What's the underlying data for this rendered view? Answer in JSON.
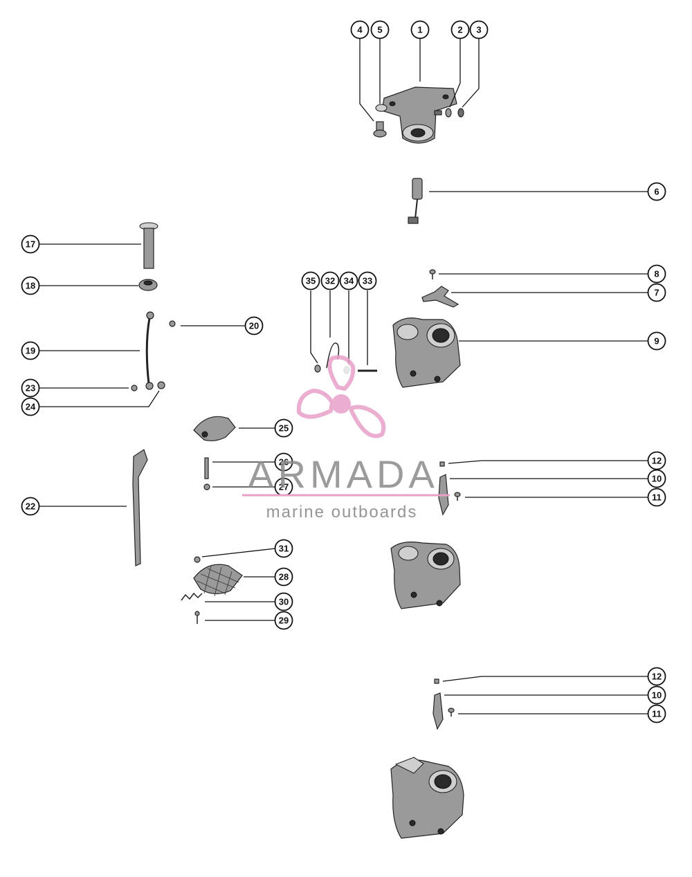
{
  "callouts": [
    {
      "label": "4"
    },
    {
      "label": "5"
    },
    {
      "label": "1"
    },
    {
      "label": "2"
    },
    {
      "label": "3"
    },
    {
      "label": "6"
    },
    {
      "label": "17"
    },
    {
      "label": "18"
    },
    {
      "label": "8"
    },
    {
      "label": "7"
    },
    {
      "label": "35"
    },
    {
      "label": "32"
    },
    {
      "label": "34"
    },
    {
      "label": "33"
    },
    {
      "label": "20"
    },
    {
      "label": "9"
    },
    {
      "label": "19"
    },
    {
      "label": "23"
    },
    {
      "label": "24"
    },
    {
      "label": "25"
    },
    {
      "label": "12"
    },
    {
      "label": "26"
    },
    {
      "label": "10"
    },
    {
      "label": "27"
    },
    {
      "label": "11"
    },
    {
      "label": "22"
    },
    {
      "label": "31"
    },
    {
      "label": "28"
    },
    {
      "label": "30"
    },
    {
      "label": "29"
    },
    {
      "label": "12"
    },
    {
      "label": "10"
    },
    {
      "label": "11"
    }
  ],
  "watermark": {
    "brand": "ARMADA",
    "tagline": "marine outboards",
    "color": "#e8a0c8",
    "text_color": "#8a8a8a"
  },
  "colors": {
    "line": "#111111",
    "part_fill": "#9a9a9a"
  }
}
